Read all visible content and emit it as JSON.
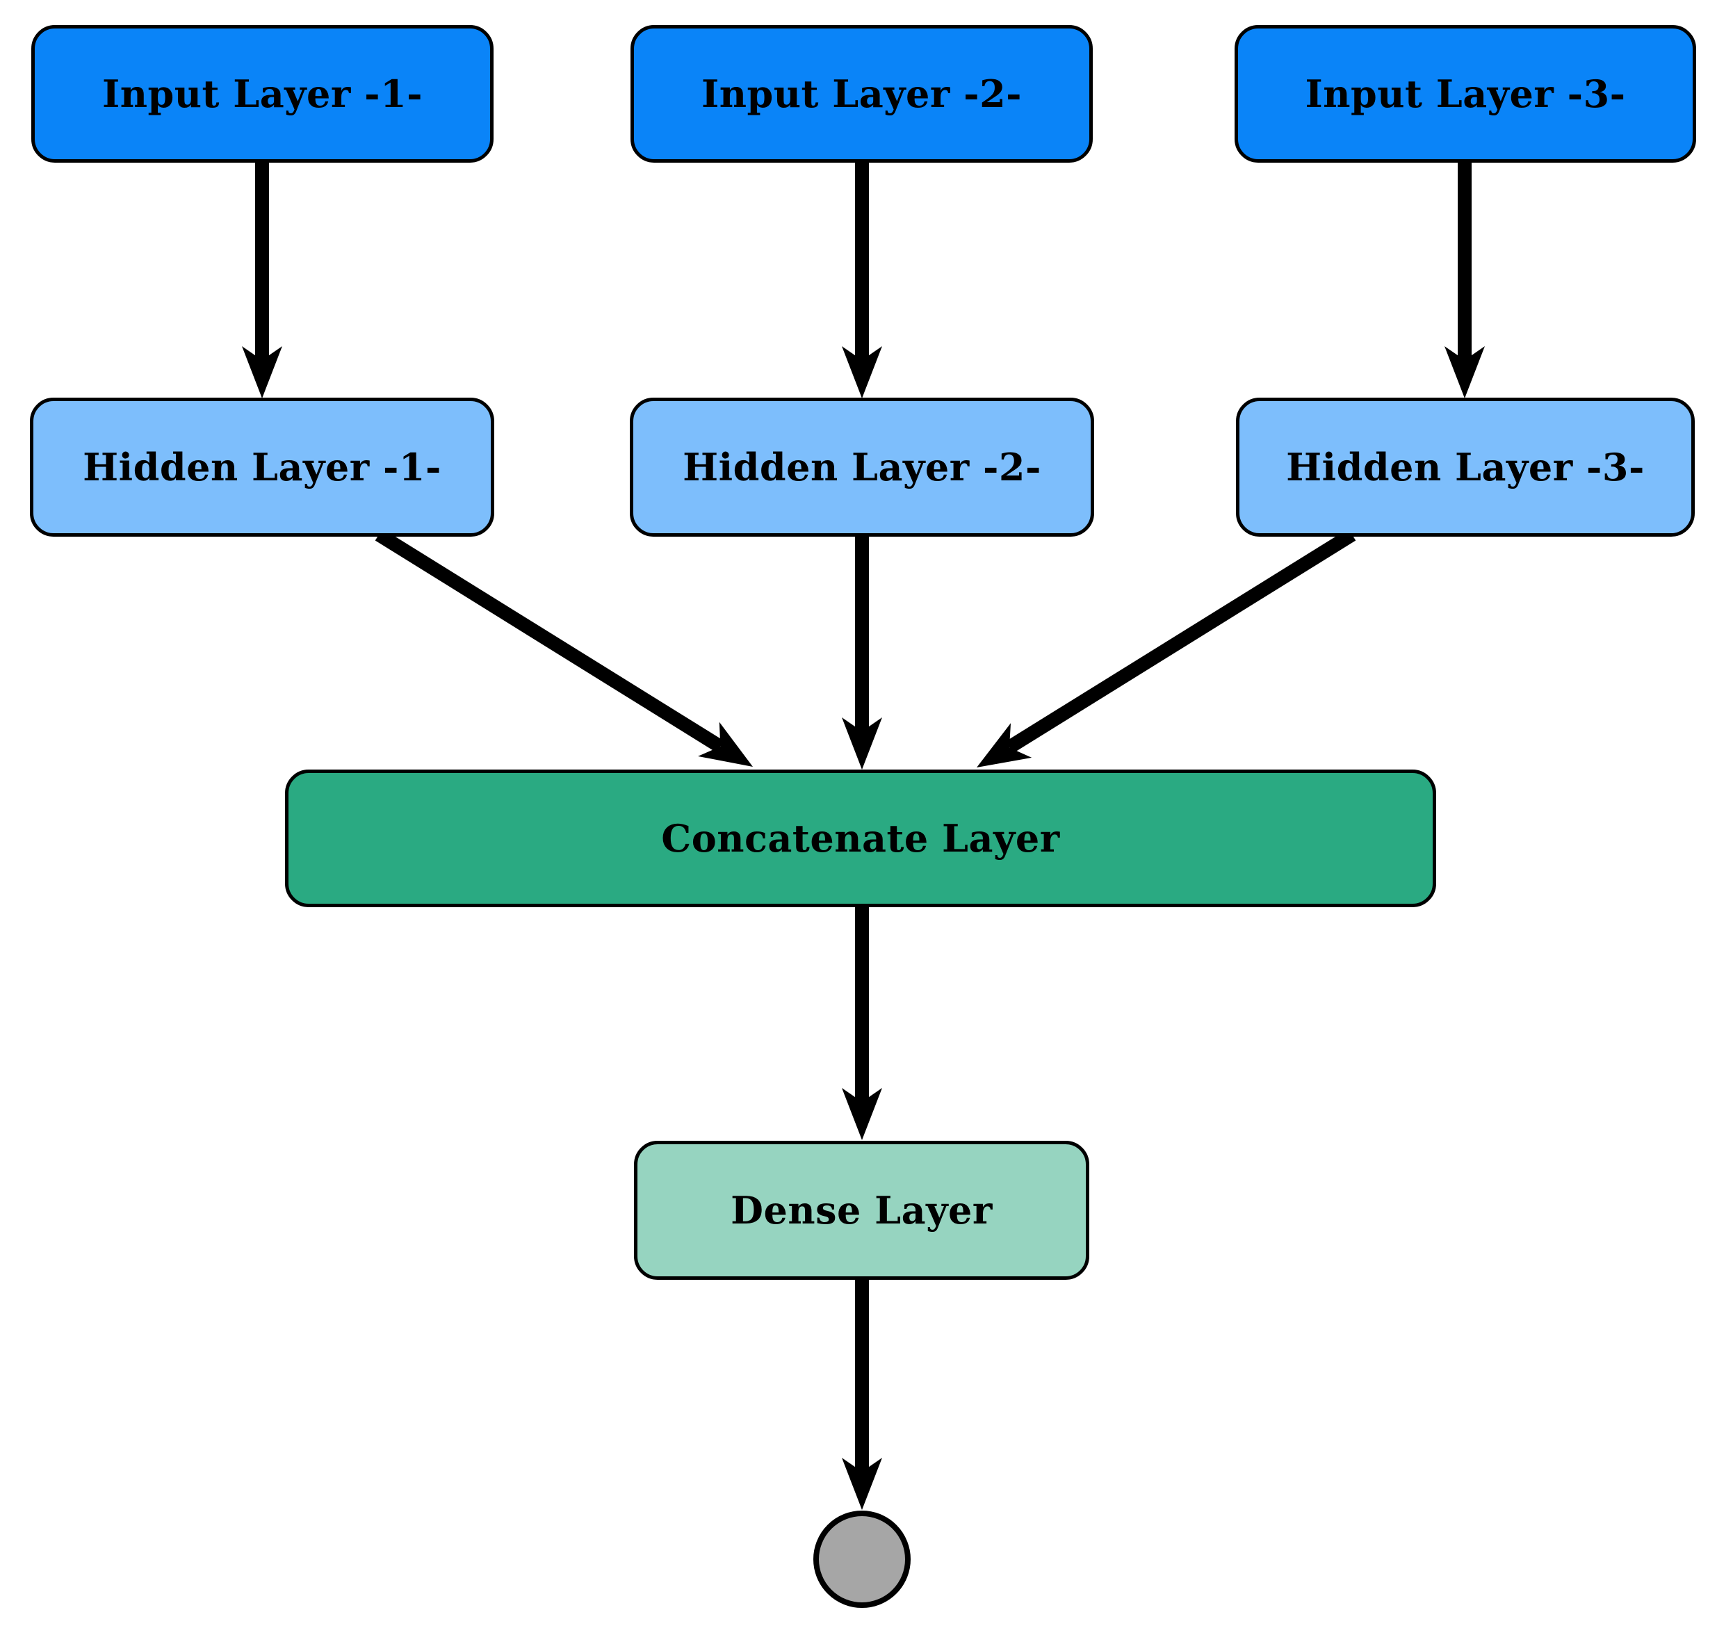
{
  "diagram": {
    "type": "flowchart",
    "description": "Multi-input neural network architecture with three parallel input/hidden branches merged by a concatenate layer into a dense layer and a single output node",
    "nodes": [
      {
        "id": "input-1",
        "label": "Input Layer -1-",
        "type": "input"
      },
      {
        "id": "input-2",
        "label": "Input Layer -2-",
        "type": "input"
      },
      {
        "id": "input-3",
        "label": "Input Layer -3-",
        "type": "input"
      },
      {
        "id": "hidden-1",
        "label": "Hidden Layer -1-",
        "type": "hidden"
      },
      {
        "id": "hidden-2",
        "label": "Hidden Layer -2-",
        "type": "hidden"
      },
      {
        "id": "hidden-3",
        "label": "Hidden Layer -3-",
        "type": "hidden"
      },
      {
        "id": "concatenate",
        "label": "Concatenate Layer",
        "type": "concatenate"
      },
      {
        "id": "dense",
        "label": "Dense Layer",
        "type": "dense"
      },
      {
        "id": "output",
        "label": "",
        "type": "output-circle"
      }
    ],
    "edges": [
      {
        "from": "input-1",
        "to": "hidden-1"
      },
      {
        "from": "input-2",
        "to": "hidden-2"
      },
      {
        "from": "input-3",
        "to": "hidden-3"
      },
      {
        "from": "hidden-1",
        "to": "concatenate"
      },
      {
        "from": "hidden-2",
        "to": "concatenate"
      },
      {
        "from": "hidden-3",
        "to": "concatenate"
      },
      {
        "from": "concatenate",
        "to": "dense"
      },
      {
        "from": "dense",
        "to": "output"
      }
    ],
    "colors": {
      "input": "#0a84f8",
      "hidden": "#7dbefc",
      "concatenate": "#2aaa82",
      "dense": "#96d4c0",
      "output": "#a6a6a6",
      "edge": "#000000",
      "border": "#000000"
    }
  }
}
